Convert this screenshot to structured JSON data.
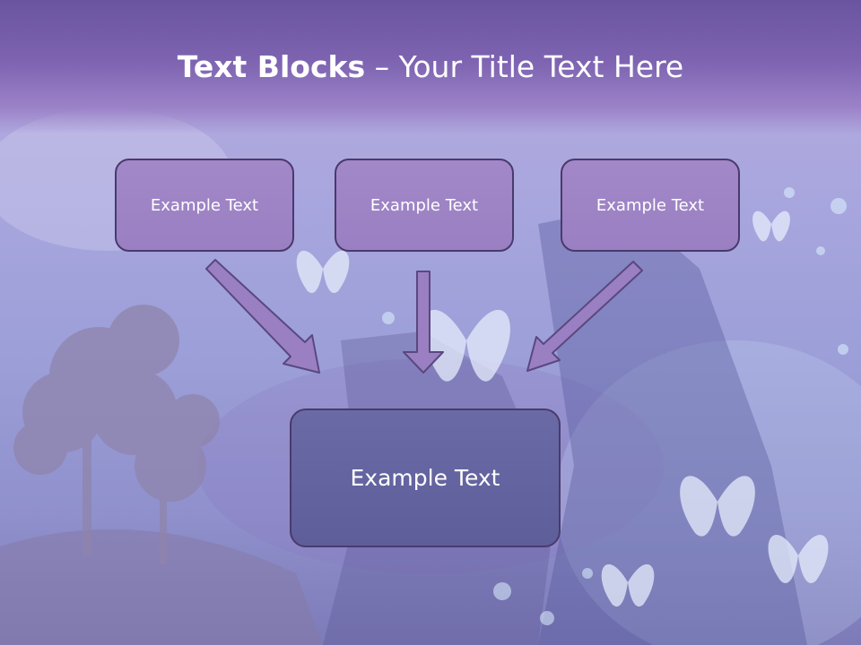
{
  "slide": {
    "title_bold": "Text Blocks",
    "title_separator": " – ",
    "title_rest": "Your Title Text Here",
    "boxes": [
      {
        "label": "Example Text"
      },
      {
        "label": "Example Text"
      },
      {
        "label": "Example Text"
      }
    ],
    "target_box": {
      "label": "Example Text"
    }
  },
  "colors": {
    "title_band": "#7d63b0",
    "box_fill": "#9a80c2",
    "box_border": "#4a3a6c",
    "target_fill": "#5e5e9a",
    "arrow_fill": "#9a80c2"
  }
}
